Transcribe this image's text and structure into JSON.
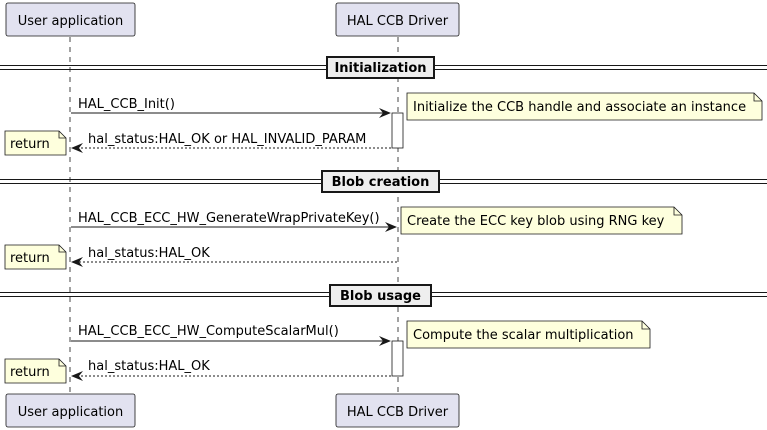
{
  "participants": {
    "user_app": "User application",
    "hal_driver": "HAL CCB Driver"
  },
  "sections": {
    "initialization": "Initialization",
    "blob_creation": "Blob creation",
    "blob_usage": "Blob usage"
  },
  "messages": {
    "init_call": "HAL_CCB_Init()",
    "init_return": "hal_status:HAL_OK or HAL_INVALID_PARAM",
    "wrap_call": "HAL_CCB_ECC_HW_GenerateWrapPrivateKey()",
    "wrap_return": "hal_status:HAL_OK",
    "scalar_call": "HAL_CCB_ECC_HW_ComputeScalarMul()",
    "scalar_return": "hal_status:HAL_OK"
  },
  "notes": {
    "init_note": "Initialize the CCB handle and associate an instance",
    "wrap_note": "Create the ECC key blob using RNG key",
    "scalar_note": "Compute the scalar multiplication",
    "return_1": "return",
    "return_2": "return",
    "return_3": "return"
  },
  "colors": {
    "participant_fill": "#E2E2F0",
    "participant_border": "#181818",
    "note_fill": "#FEFFDD",
    "note_border": "#181818",
    "divider_fill": "#EEEEEE",
    "lifeline": "#181818",
    "activation_fill": "#FFFFFF"
  }
}
